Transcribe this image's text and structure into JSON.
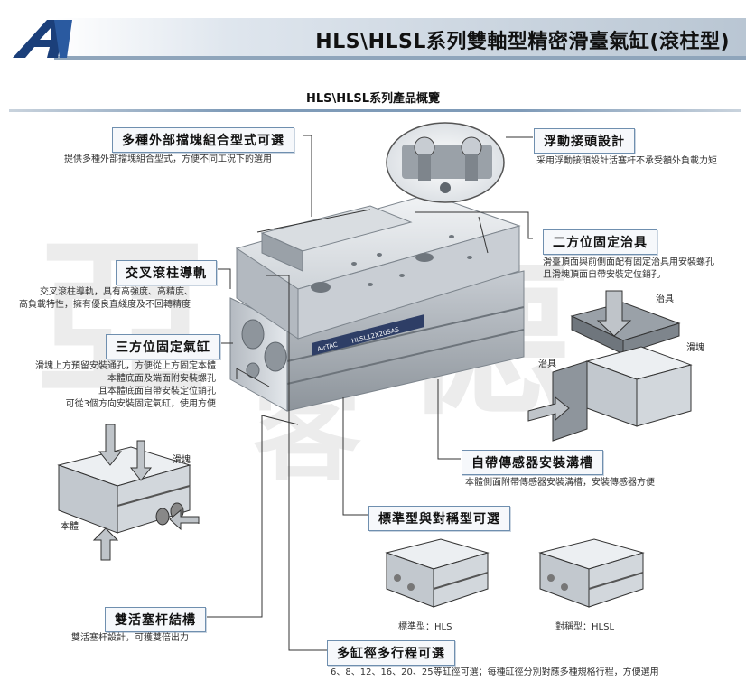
{
  "header": {
    "title": "HLS\\HLSL系列雙軸型精密滑臺氣缸(滾柱型)",
    "subtitle": "HLS\\HLSL系列產品概覽"
  },
  "watermark": {
    "chars": [
      "亞",
      "德",
      "客"
    ],
    "color": "#e6e6e6"
  },
  "colors": {
    "brand": "#1b3f7a",
    "accent": "#6f8faf",
    "leader": "#333333"
  },
  "features": {
    "external_block": {
      "title": "多種外部擋塊組合型式可選",
      "desc": "提供多種外部擋塊組合型式，方便不同工況下的選用"
    },
    "floating_joint": {
      "title": "浮動接頭設計",
      "desc": "采用浮動接頭設計活塞杆不承受額外負載力矩"
    },
    "two_position": {
      "title": "二方位固定治具",
      "desc_lines": [
        "滑臺頂面與前側面配有固定治具用安裝螺孔",
        "且滑塊頂面自帶安裝定位銷孔"
      ]
    },
    "cross_roller": {
      "title": "交叉滾柱導軌",
      "desc_lines": [
        "交叉滾柱導軌，具有高強度、高精度、",
        "高負載特性，擁有優良直綫度及不回轉精度"
      ]
    },
    "three_position": {
      "title": "三方位固定氣缸",
      "desc_lines": [
        "滑塊上方預留安裝通孔，方便從上方固定本體",
        "本體底面及端面附安裝螺孔",
        "且本體底面自帶安裝定位銷孔",
        "可從3個方向安裝固定氣缸，使用方便"
      ]
    },
    "sensor_groove": {
      "title": "自帶傳感器安裝溝槽",
      "desc": "本體側面附帶傳感器安裝溝槽，安裝傳感器方便"
    },
    "standard_symmetric": {
      "title": "標準型與對稱型可選",
      "captions": [
        "標準型：HLS",
        "對稱型：HLSL"
      ]
    },
    "double_piston": {
      "title": "雙活塞杆結構",
      "desc": "雙活塞杆設計，可獲雙倍出力"
    },
    "bore_stroke": {
      "title": "多缸徑多行程可選",
      "desc": "6、8、12、16、20、25等缸徑可選；每種缸徑分別對應多種規格行程，方便選用"
    }
  },
  "diagram_labels": {
    "jig_top": "治具",
    "slider_right": "滑塊",
    "jig_left": "治具",
    "slider_left": "滑塊",
    "body": "本體"
  },
  "product": {
    "brand": "AirTAC",
    "model": "HLSL12X20SAS"
  }
}
